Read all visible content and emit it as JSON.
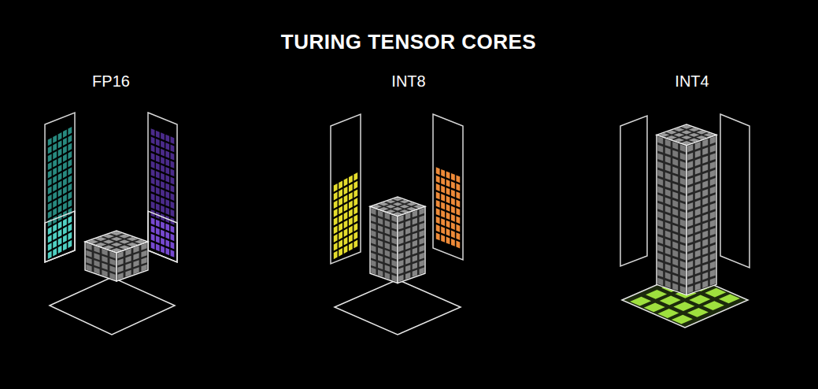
{
  "diagram": {
    "title": "TURING TENSOR CORES",
    "labels": [
      "FP16",
      "INT8",
      "INT4"
    ]
  }
}
